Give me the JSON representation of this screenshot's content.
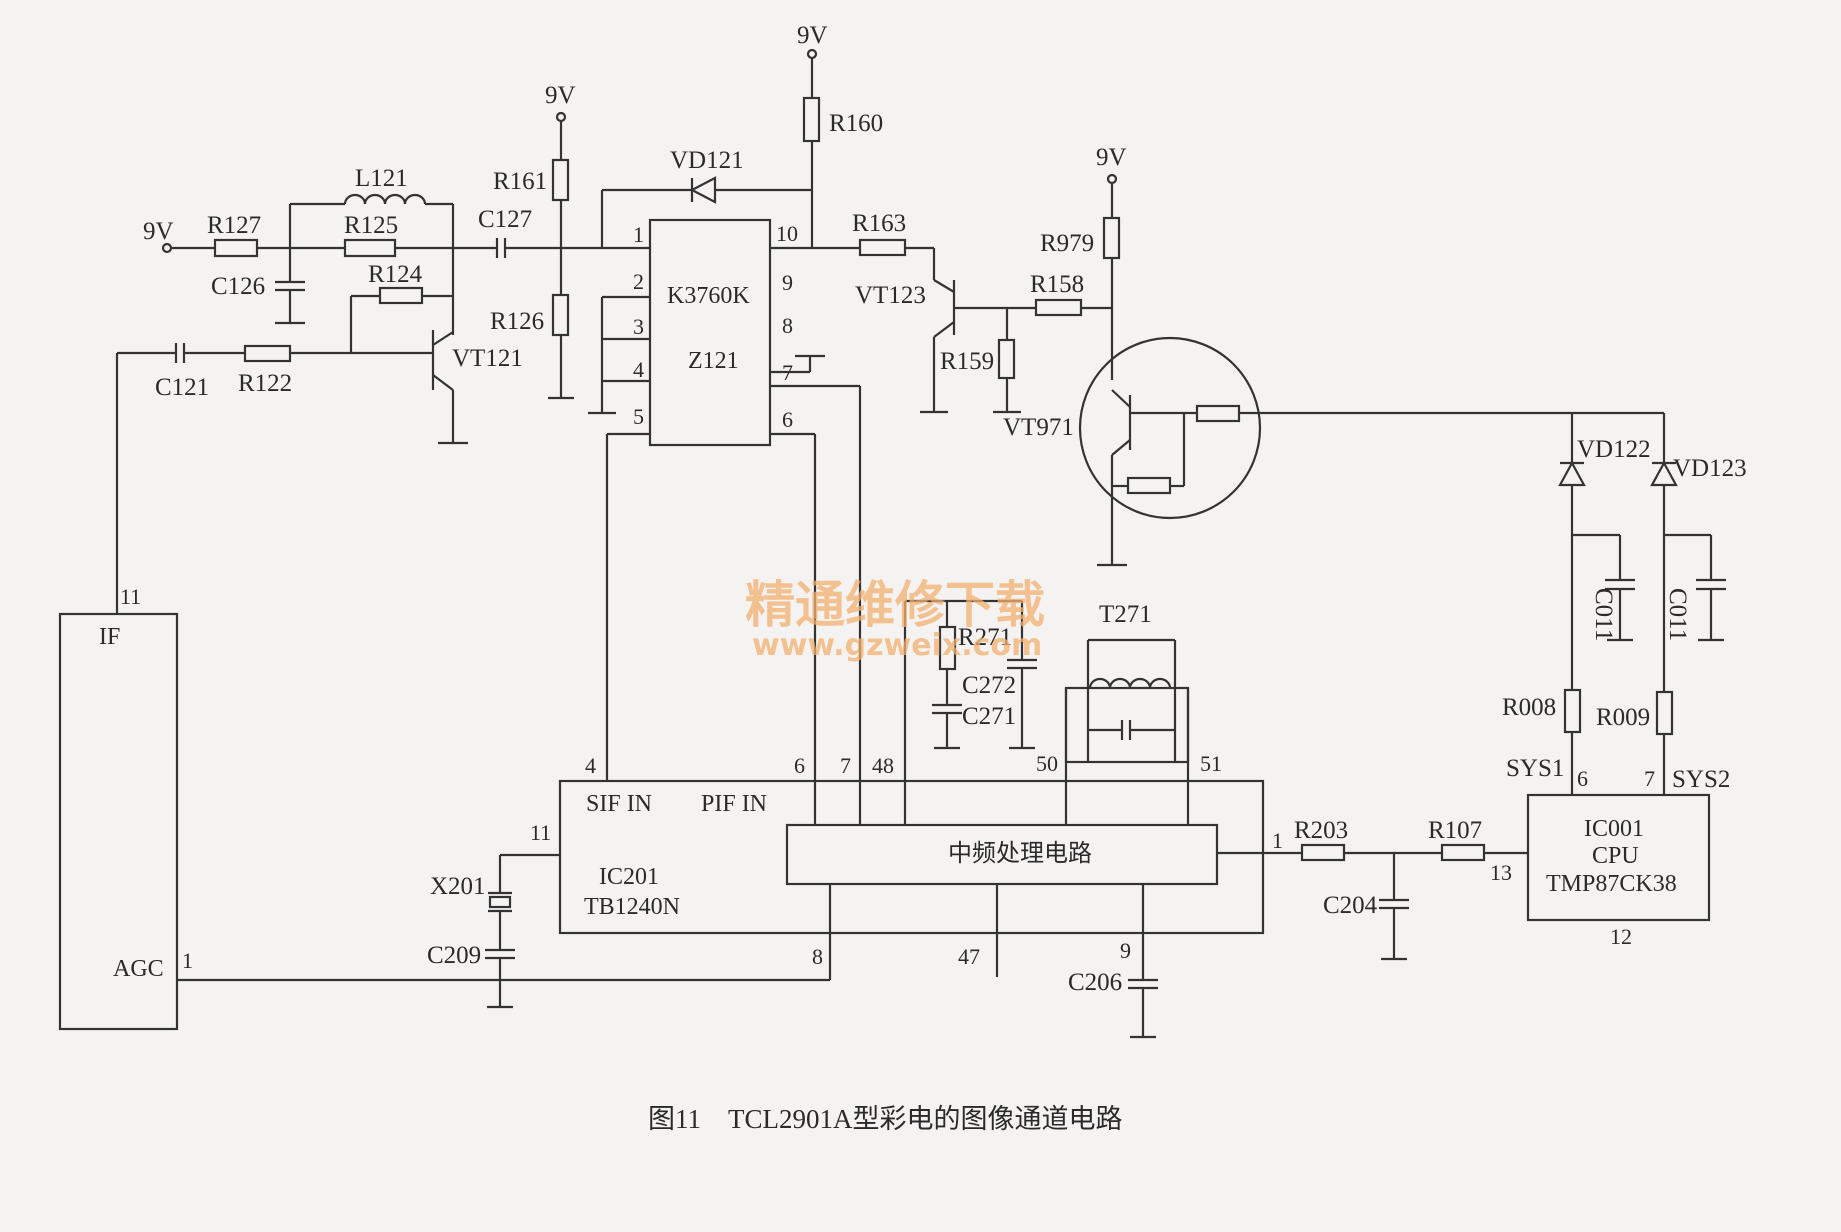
{
  "caption": "图11　TCL2901A型彩电的图像通道电路",
  "watermark": {
    "cn": "精通维修下载",
    "url": "www.gzweix.com"
  },
  "supply": {
    "v1": "9V",
    "v2": "9V",
    "v3": "9V",
    "v4": "9V"
  },
  "parts": {
    "r127": "R127",
    "l121": "L121",
    "r125": "R125",
    "c126": "C126",
    "r124": "R124",
    "c121": "C121",
    "r122": "R122",
    "vt121": "VT121",
    "c127": "C127",
    "r161": "R161",
    "r126": "R126",
    "vd121": "VD121",
    "r160": "R160",
    "r163": "R163",
    "vt123": "VT123",
    "r158": "R158",
    "r159": "R159",
    "r979": "R979",
    "vt971": "VT971",
    "vd122": "VD122",
    "vd123": "VD123",
    "c011a": "C011",
    "c011b": "C011",
    "r008": "R008",
    "r009": "R009",
    "r271": "R271",
    "c272": "C272",
    "c271": "C271",
    "t271": "T271",
    "x201": "X201",
    "c209": "C209",
    "r203": "R203",
    "r107": "R107",
    "c204": "C204",
    "c206": "C206"
  },
  "z121": {
    "name": "K3760K",
    "ref": "Z121",
    "pins": {
      "p1": "1",
      "p2": "2",
      "p3": "3",
      "p4": "4",
      "p5": "5",
      "p6": "6",
      "p7": "7",
      "p8": "8",
      "p9": "9",
      "p10": "10"
    }
  },
  "tuner": {
    "if_label": "IF",
    "agc_label": "AGC",
    "pin_if": "11",
    "pin_agc": "1"
  },
  "ic201": {
    "ref": "IC201",
    "part": "TB1240N",
    "sif": "SIF IN",
    "pif": "PIF IN",
    "block": "中频处理电路",
    "pins": {
      "p4": "4",
      "p6": "6",
      "p7": "7",
      "p48": "48",
      "p50": "50",
      "p51": "51",
      "p11": "11",
      "p1": "1",
      "p8": "8",
      "p47": "47",
      "p9": "9"
    }
  },
  "ic001": {
    "ref": "IC001",
    "cpu": "CPU",
    "part": "TMP87CK38",
    "sys1": "SYS1",
    "sys2": "SYS2",
    "pins": {
      "p6": "6",
      "p7": "7",
      "p13": "13",
      "p12": "12"
    }
  }
}
